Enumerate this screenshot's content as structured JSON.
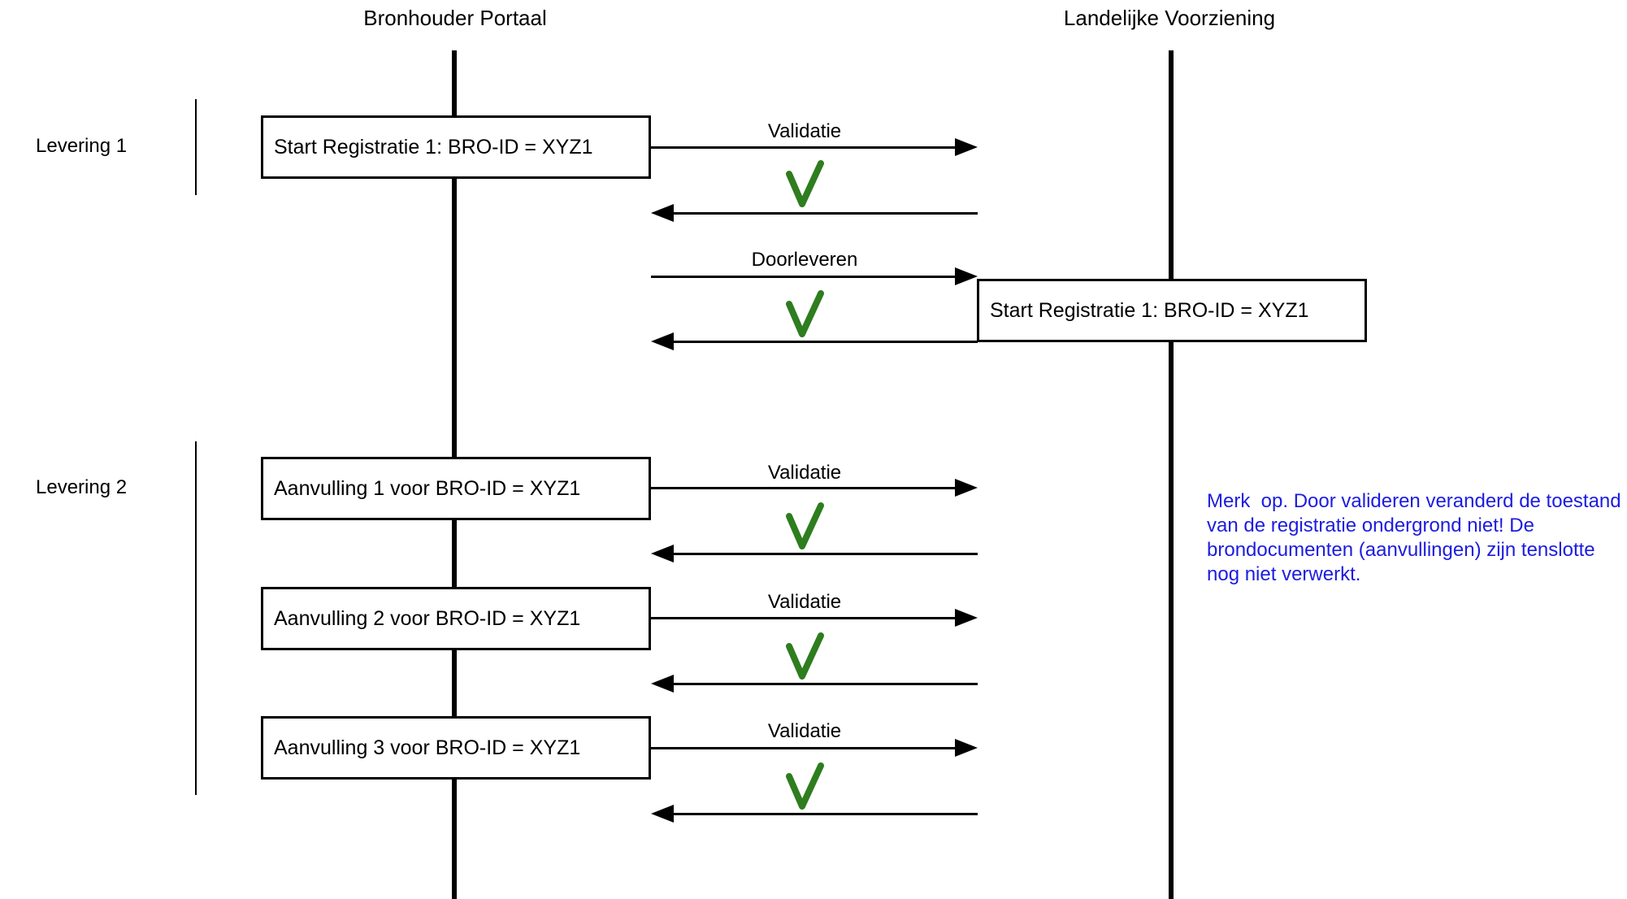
{
  "lanes": [
    {
      "label": "Bronhouder Portaal"
    },
    {
      "label": "Landelijke Voorziening"
    }
  ],
  "groups": [
    {
      "label": "Levering 1"
    },
    {
      "label": "Levering 2"
    }
  ],
  "boxes": [
    {
      "text": "Start Registratie 1: BRO-ID = XYZ1"
    },
    {
      "text": "Start Registratie 1: BRO-ID = XYZ1"
    },
    {
      "text": "Aanvulling 1 voor BRO-ID = XYZ1"
    },
    {
      "text": "Aanvulling 2 voor BRO-ID = XYZ1"
    },
    {
      "text": "Aanvulling 3 voor BRO-ID = XYZ1"
    }
  ],
  "messages": [
    {
      "label": "Validatie",
      "result": "check"
    },
    {
      "label": "Doorleveren",
      "result": "check"
    },
    {
      "label": "Validatie",
      "result": "check"
    },
    {
      "label": "Validatie",
      "result": "check"
    },
    {
      "label": "Validatie",
      "result": "check"
    }
  ],
  "note": {
    "text": "Merk  op. Door valideren veranderd de toestand\nvan de registratie ondergrond niet! De\nbrondocumenten (aanvullingen) zijn tenslotte\nnog niet verwerkt."
  },
  "colors": {
    "check_green": "#2e7d1e",
    "note_blue": "#1c1ce0",
    "line_black": "#000000"
  }
}
